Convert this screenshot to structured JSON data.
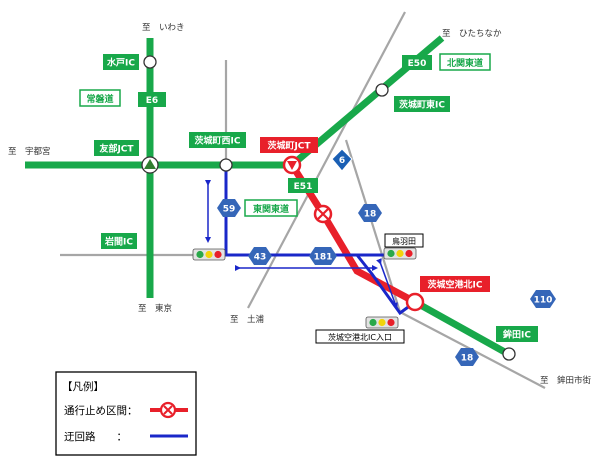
{
  "directions": {
    "iwaki": "至　いわき",
    "hitachinaka": "至　ひたちなか",
    "utsunomiya": "至　宇都宮",
    "tokyo": "至　東京",
    "tsuchiura": "至　土浦",
    "hokota": "至　鉾田市街"
  },
  "interchanges": {
    "mito_ic": "水戸IC",
    "tomobe_jct": "友部JCT",
    "iwama_ic": "岩間IC",
    "ibarakimachi_nishi_ic": "茨城町西IC",
    "ibarakimachi_jct": "茨城町JCT",
    "ibarakimachi_higashi_ic": "茨城町東IC",
    "ibaraki_kuko_kita_ic": "茨城空港北IC",
    "hokota_ic": "鉾田IC"
  },
  "expressways": {
    "joban_name": "常磐道",
    "joban_number": "E6",
    "kitakanto_name": "北関東道",
    "kitakanto_number": "E50",
    "higashikanto_name": "東関東道",
    "higashikanto_number": "E51"
  },
  "routes": {
    "r6": "6",
    "r59": "59",
    "r18_north": "18",
    "r43": "43",
    "r181": "181",
    "r110": "110",
    "r18_south": "18"
  },
  "places": {
    "toriwada": "鳥羽田",
    "kuko_kita_entrance": "茨城空港北IC入口"
  },
  "legend": {
    "title": "【凡例】",
    "closure": "通行止め区間：",
    "detour": "迂回路　　："
  },
  "colors": {
    "expressway": "#18a84a",
    "closure": "#e8202a",
    "detour": "#1a27c9",
    "route_hex": "#3566b8",
    "national_route": "#1a5fb4",
    "local_road": "#a6a6a6"
  }
}
